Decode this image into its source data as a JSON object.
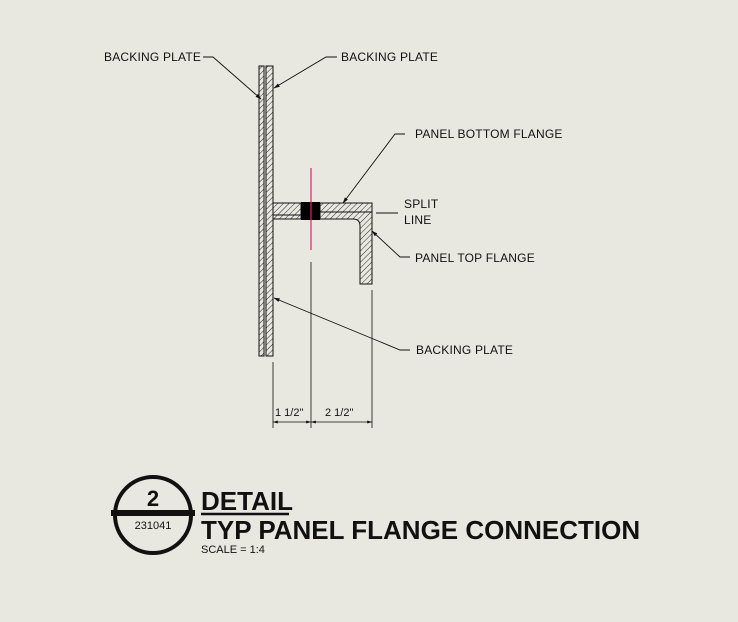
{
  "labels": {
    "backing_plate_left": "BACKING PLATE",
    "backing_plate_right": "BACKING PLATE",
    "panel_bottom_flange": "PANEL BOTTOM FLANGE",
    "split_line_1": "SPLIT",
    "split_line_2": "LINE",
    "panel_top_flange": "PANEL TOP FLANGE",
    "backing_plate_lower": "BACKING PLATE"
  },
  "dimensions": {
    "dim_left": "1 1/2\"",
    "dim_right": "2 1/2\""
  },
  "title_block": {
    "detail_number": "2",
    "sheet_number": "231041",
    "heading": "DETAIL",
    "subtitle": "TYP PANEL FLANGE CONNECTION",
    "scale": "SCALE = 1:4"
  },
  "colors": {
    "background": "#e8e8e0",
    "line": "#111111",
    "centerline": "#e0206a"
  }
}
